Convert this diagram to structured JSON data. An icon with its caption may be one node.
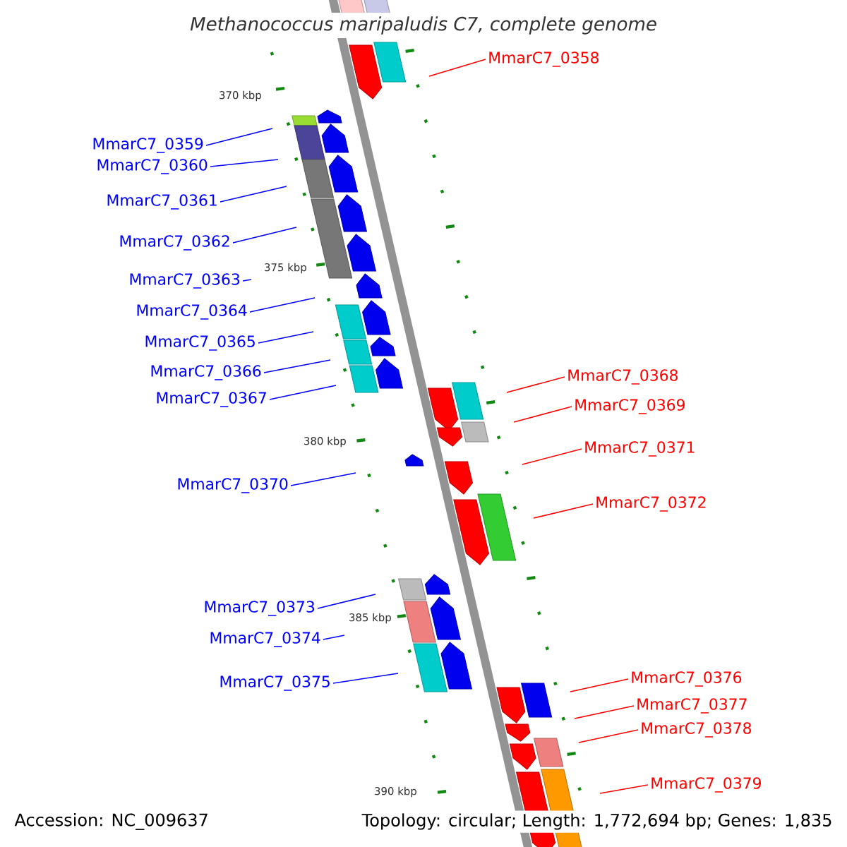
{
  "diagram": {
    "title": "Methanococcus maripaludis C7, complete genome",
    "nodes": [
      {
        "text": [
          "MmarC7_0358"
        ]
      },
      {
        "text": [
          "MmarC7_0359"
        ]
      },
      {
        "text": [
          "MmarC7_0360"
        ]
      },
      {
        "text": [
          "MmarC7_0361"
        ]
      },
      {
        "text": [
          "MmarC7_0362"
        ]
      },
      {
        "text": [
          "MmarC7_0363"
        ]
      },
      {
        "text": [
          "MmarC7_0364"
        ]
      },
      {
        "text": [
          "MmarC7_0365"
        ]
      },
      {
        "text": [
          "MmarC7_0366"
        ]
      },
      {
        "text": [
          "MmarC7_0368"
        ]
      },
      {
        "text": [
          "MmarC7_0367"
        ]
      },
      {
        "text": [
          "MmarC7_0369"
        ]
      },
      {
        "text": [
          "MmarC7_0371"
        ]
      },
      {
        "text": [
          "MmarC7_0370"
        ]
      },
      {
        "text": [
          "MmarC7_0372"
        ]
      },
      {
        "text": [
          "MmarC7_0373"
        ]
      },
      {
        "text": [
          "MmarC7_0374"
        ]
      },
      {
        "text": [
          "MmarC7_0376"
        ]
      },
      {
        "text": [
          "MmarC7_0375"
        ]
      },
      {
        "text": [
          "MmarC7_0377"
        ]
      },
      {
        "text": [
          "MmarC7_0378"
        ]
      },
      {
        "text": [
          "MmarC7_0379"
        ]
      }
    ],
    "edges": [
      {
        "from": 0,
        "to": null,
        "arrow": "none",
        "color": "#ff0000"
      },
      {
        "from": 1,
        "to": null,
        "arrow": "none"
      },
      {
        "from": 2,
        "to": null,
        "arrow": "none"
      },
      {
        "from": 3,
        "to": null,
        "arrow": "none"
      },
      {
        "from": 4,
        "to": null,
        "arrow": "none"
      },
      {
        "from": 5,
        "to": null,
        "arrow": "none"
      },
      {
        "from": 6,
        "to": null,
        "arrow": "none"
      },
      {
        "from": 7,
        "to": null,
        "arrow": "none"
      },
      {
        "from": 8,
        "to": null,
        "arrow": "none"
      },
      {
        "from": 9,
        "to": null,
        "arrow": "none",
        "color": "#ff0000"
      },
      {
        "from": 10,
        "to": null,
        "arrow": "none"
      },
      {
        "from": 11,
        "to": null,
        "arrow": "none",
        "color": "#ff0000"
      },
      {
        "from": 12,
        "to": null,
        "arrow": "none",
        "color": "#ff0000"
      },
      {
        "from": 13,
        "to": null,
        "arrow": "none"
      },
      {
        "from": 14,
        "to": null,
        "arrow": "none",
        "color": "#ff0000"
      },
      {
        "from": 15,
        "to": null,
        "arrow": "none"
      },
      {
        "from": 16,
        "to": null,
        "arrow": "none"
      },
      {
        "from": 17,
        "to": null,
        "arrow": "none",
        "color": "#ff0000"
      },
      {
        "from": 18,
        "to": null,
        "arrow": "none"
      },
      {
        "from": 19,
        "to": null,
        "arrow": "none",
        "color": "#ff0000"
      },
      {
        "from": 20,
        "to": null,
        "arrow": "none",
        "color": "#ff0000"
      },
      {
        "from": 21,
        "to": null,
        "arrow": "none",
        "color": "#ff0000"
      }
    ],
    "labels": [
      "370 kbp",
      "375 kbp",
      "380 kbp",
      "385 kbp",
      "390 kbp",
      "Accession: NC_009637",
      "Topology: circular; Length: 1,772,694 bp; Genes: 1,835"
    ]
  }
}
